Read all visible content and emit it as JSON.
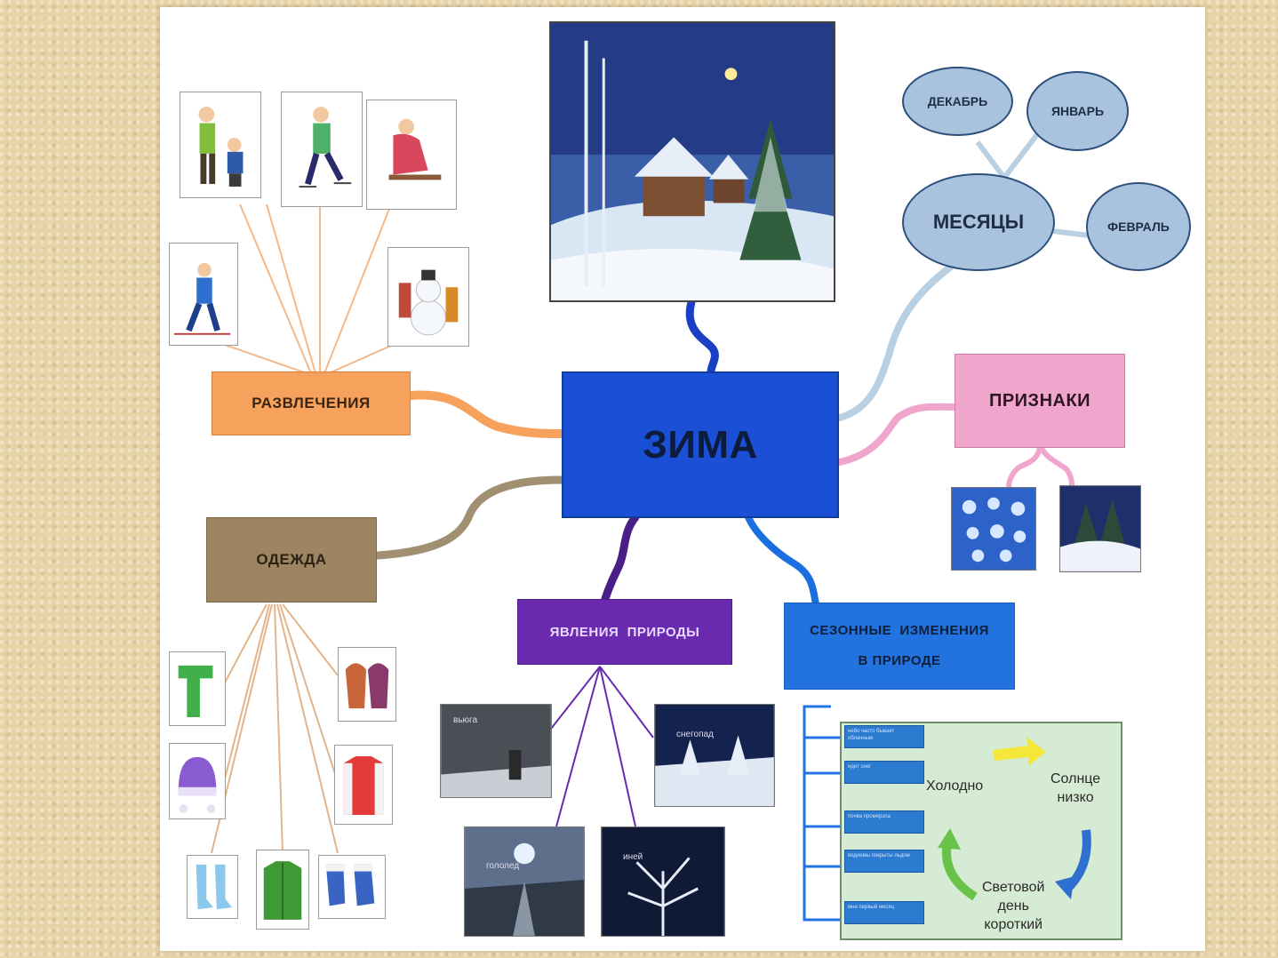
{
  "center": {
    "label": "ЗИМА"
  },
  "branches": {
    "fun": "РАЗВЛЕЧЕНИЯ",
    "clothes": "ОДЕЖДА",
    "signs": "ПРИЗНАКИ",
    "phenomena": "ЯВЛЕНИЯ  ПРИРОДЫ",
    "seasonal_line1": "СЕЗОННЫЕ  ИЗМЕНЕНИЯ",
    "seasonal_line2": "В ПРИРОДЕ"
  },
  "months": {
    "hub": "МЕСЯЦЫ",
    "items": [
      "ДЕКАБРЬ",
      "ЯНВАРЬ",
      "ФЕВРАЛЬ"
    ]
  },
  "phenomena_photos": [
    "вьюга",
    "снегопад",
    "гололед",
    "иней"
  ],
  "cycle": {
    "cold": "Холодно",
    "sun": "Солнце\nнизко",
    "daylight": "Световой\nдень\nкороткий"
  },
  "change_boxes": [
    "небо часто бывает облачным",
    "идет снег",
    "почва промерзла",
    "водоемы покрыты льдом",
    "мне первый месяц"
  ],
  "colors": {
    "center": "#1a4fd6",
    "fun": "#f6a15c",
    "clothes": "#9c8560",
    "signs": "#f0a6cc",
    "phenomena": "#6a2ab0",
    "seasonal": "#2273e0",
    "months": "#a9c3df"
  }
}
